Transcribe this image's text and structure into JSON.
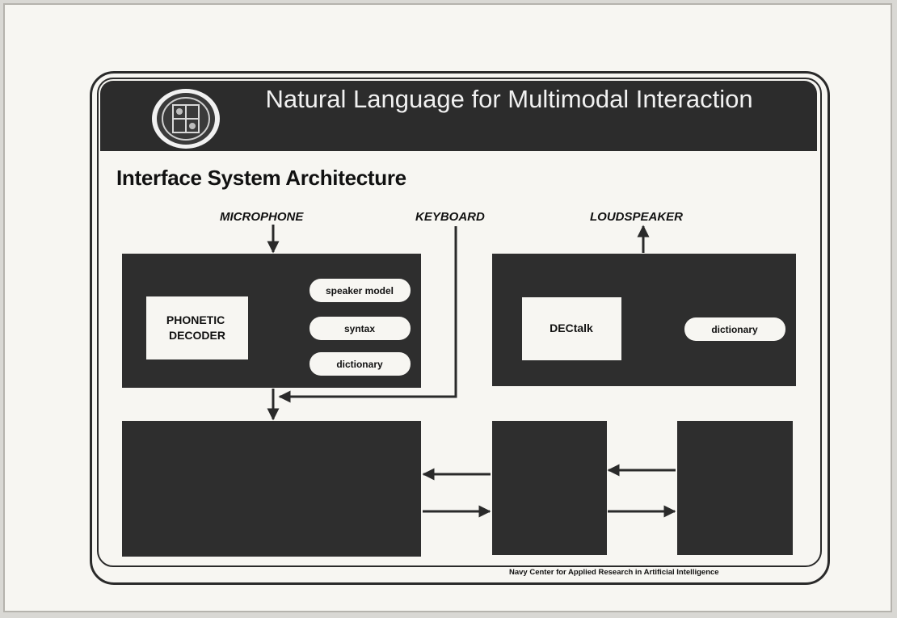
{
  "slide": {
    "title": "Natural Language for Multimodal Interaction",
    "subtitle": "Interface System Architecture",
    "footer": "Navy Center for Applied Research in Artificial Intelligence"
  },
  "inputs": {
    "microphone": "MICROPHONE",
    "keyboard": "KEYBOARD",
    "loudspeaker": "LOUDSPEAKER"
  },
  "speech_recognizer": {
    "decoder_label": "PHONETIC\nDECODER",
    "models": [
      "speaker model",
      "syntax",
      "dictionary"
    ]
  },
  "speech_synthesizer": {
    "engine_label": "DECtalk",
    "models": [
      "dictionary"
    ]
  },
  "colors": {
    "box_fill": "#2e2e2e",
    "title_bar": "#2c2c2c",
    "paper": "#f7f6f2",
    "ink": "#111111"
  },
  "icons": [
    "institution-seal-icon"
  ]
}
